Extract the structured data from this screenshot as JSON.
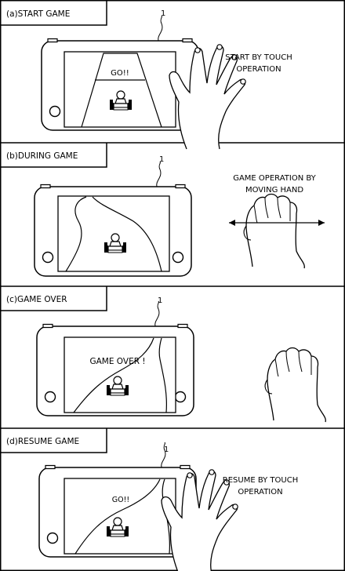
{
  "panels": [
    {
      "id": "a",
      "label": "(a)START GAME",
      "ref": "1",
      "caption": [
        "START BY TOUCH",
        "OPERATION"
      ],
      "screen_text": "GO!!",
      "hand": "touch"
    },
    {
      "id": "b",
      "label": "(b)DURING GAME",
      "ref": "1",
      "caption": [
        "GAME OPERATION BY",
        "MOVING HAND"
      ],
      "screen_text": "",
      "hand": "moving"
    },
    {
      "id": "c",
      "label": "(c)GAME OVER",
      "ref": "1",
      "caption": [],
      "screen_text": "GAME  OVER !",
      "hand": "idle"
    },
    {
      "id": "d",
      "label": "(d)RESUME GAME",
      "ref": "1",
      "caption": [
        "RESUME BY TOUCH",
        "OPERATION"
      ],
      "screen_text": "GO!!",
      "hand": "touch"
    }
  ]
}
